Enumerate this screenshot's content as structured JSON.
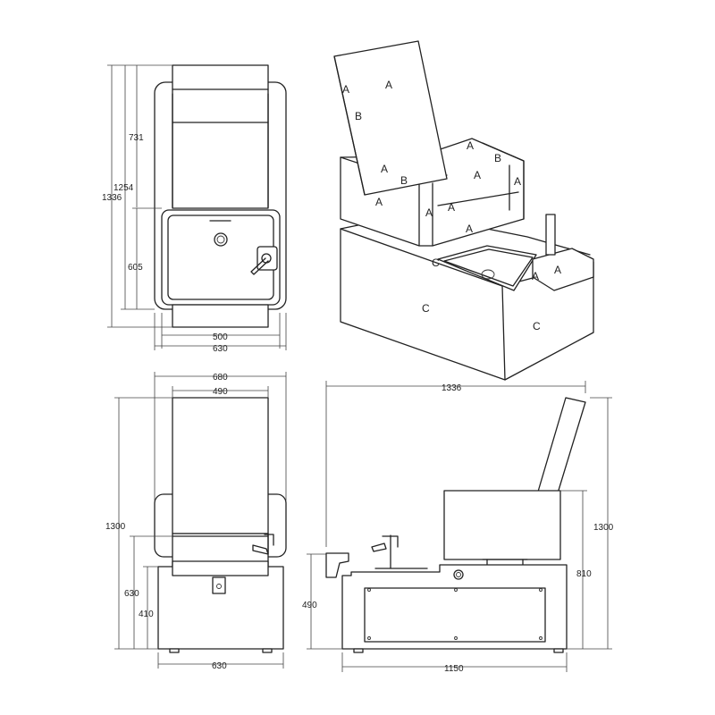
{
  "views": {
    "top": {
      "dims": {
        "d731": "731",
        "d1254": "1254",
        "d1336": "1336",
        "d605": "605",
        "d500": "500",
        "d630": "630"
      }
    },
    "front": {
      "dims": {
        "d680": "680",
        "d490": "490",
        "d1300": "1300",
        "d630v": "630",
        "d410": "410",
        "d630": "630"
      }
    },
    "side": {
      "dims": {
        "d1336": "1336",
        "d1300": "1300",
        "d810": "810",
        "d490": "490",
        "d1150": "1150"
      }
    },
    "iso": {
      "labels": {
        "a": "A",
        "b": "B",
        "c": "C"
      }
    }
  }
}
